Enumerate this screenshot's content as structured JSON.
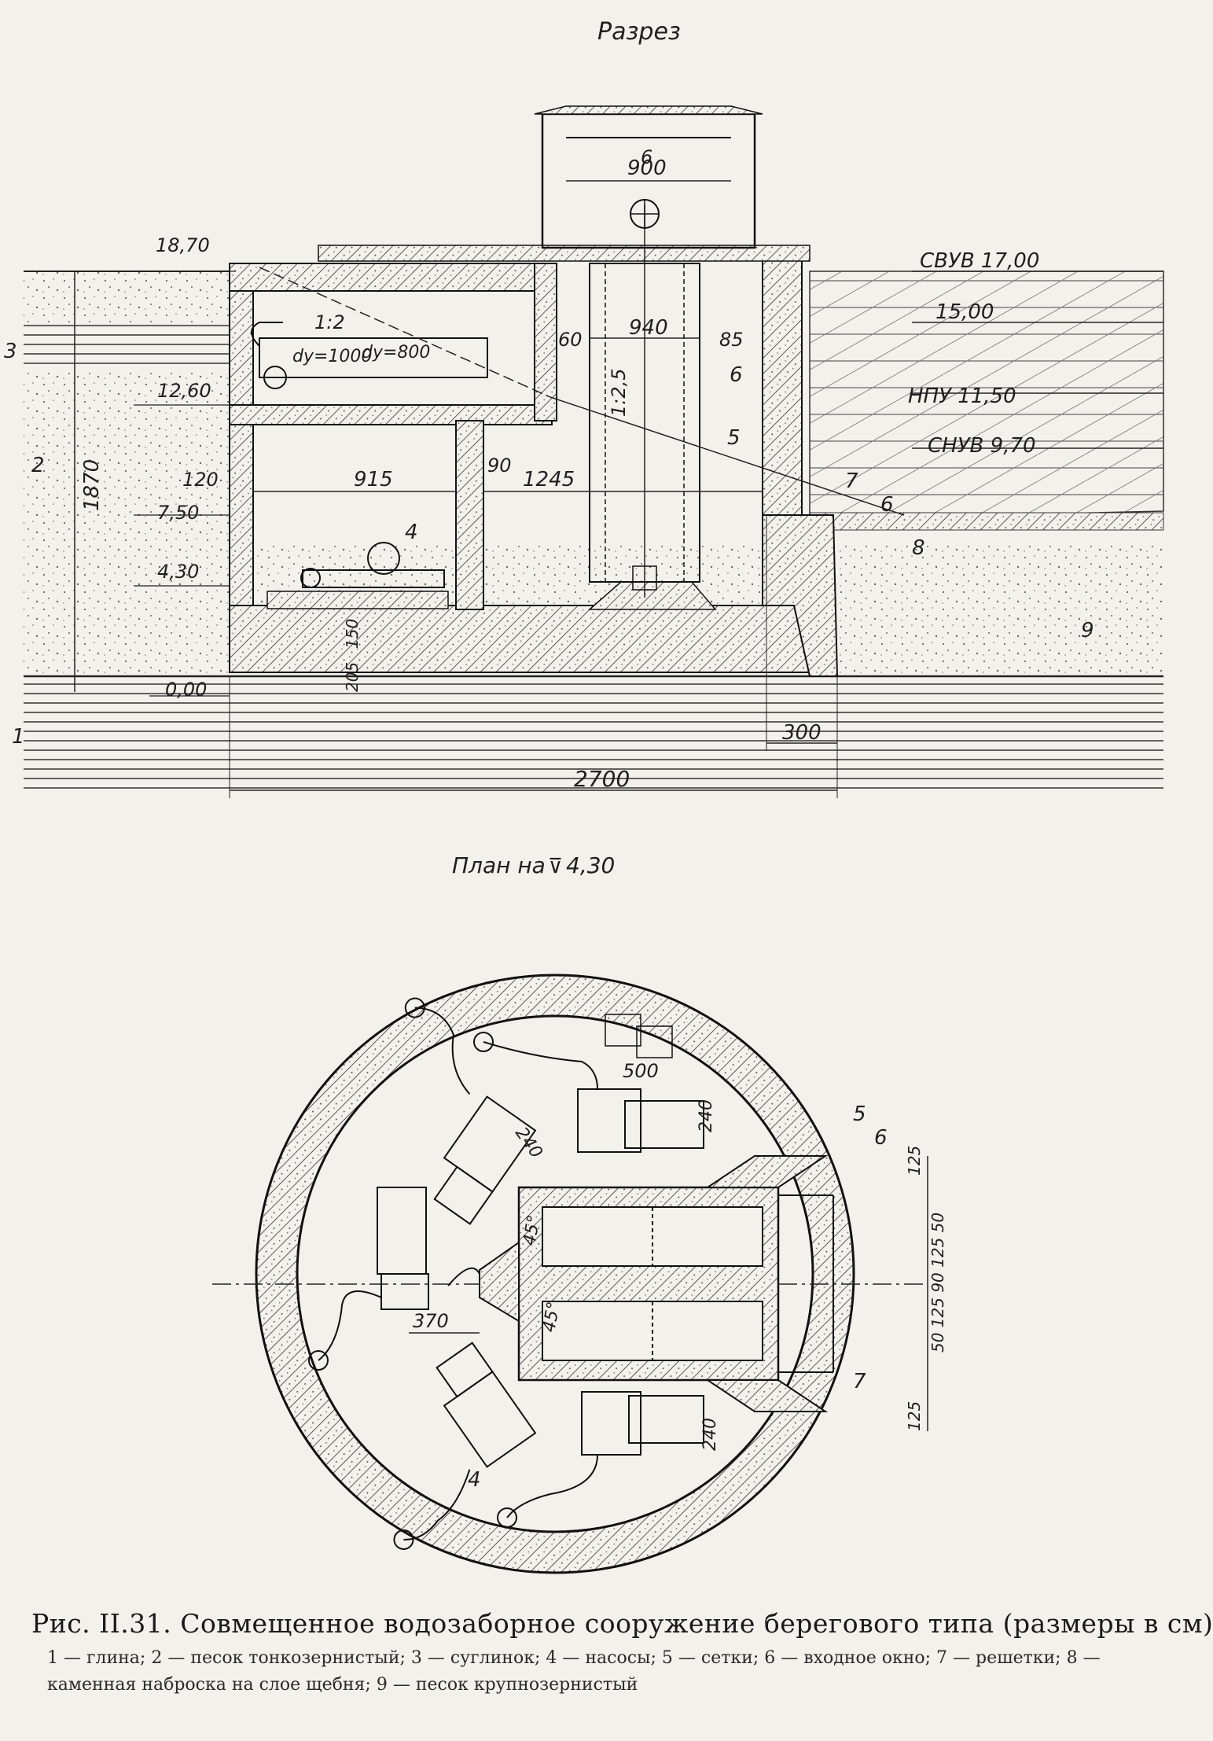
{
  "section": {
    "title": "Разрез",
    "elevations": {
      "top": "18,70",
      "e1260": "12,60",
      "e750": "7,50",
      "e430": "4,30",
      "e000": "0,00"
    },
    "water_levels": {
      "svuv": "СВУВ 17,00",
      "w1500": "15,00",
      "npu": "НПУ 11,50",
      "snuv": "СНУВ 9,70"
    },
    "dimensions": {
      "d900": "900",
      "d940": "940",
      "d915": "915",
      "d1245": "1245",
      "d1870": "1870",
      "d2700": "2700",
      "d300": "300",
      "d205": "205",
      "d150": "150",
      "d120": "120",
      "d90": "90",
      "d60": "60",
      "d85": "85"
    },
    "slopes": {
      "s1": "1:2",
      "s2": "1:2,5"
    },
    "pipes": {
      "p1": "dу=1000",
      "p2": "dу=800"
    },
    "numbers": {
      "n1": "1",
      "n2": "2",
      "n3": "3",
      "n4": "4",
      "n5": "5",
      "n6a": "6",
      "n6b": "6",
      "n6c": "6",
      "n7": "7",
      "n8": "8",
      "n9": "9"
    }
  },
  "plan": {
    "title": "План на",
    "elevation": "4,30",
    "dimensions": {
      "d500": "500",
      "d240a": "240",
      "d240b": "240",
      "d240c": "240",
      "d370": "370",
      "a45a": "45°",
      "a45b": "45°",
      "d125a": "125",
      "d125b": "125",
      "stack": "50 125 90 125 50"
    },
    "numbers": {
      "n4": "4",
      "n5": "5",
      "n6": "6",
      "n7": "7"
    }
  },
  "caption": {
    "title": "Рис. II.31. Совмещенное водозаборное сооружение берегового типа (размеры в см)",
    "legend": "1 — глина; 2 — песок тонкозернистый; 3 — суглинок; 4 — насосы; 5 — сетки; 6 — входное окно; 7 — решетки; 8 — каменная наброска на слое щебня; 9 — песок крупнозернистый"
  }
}
